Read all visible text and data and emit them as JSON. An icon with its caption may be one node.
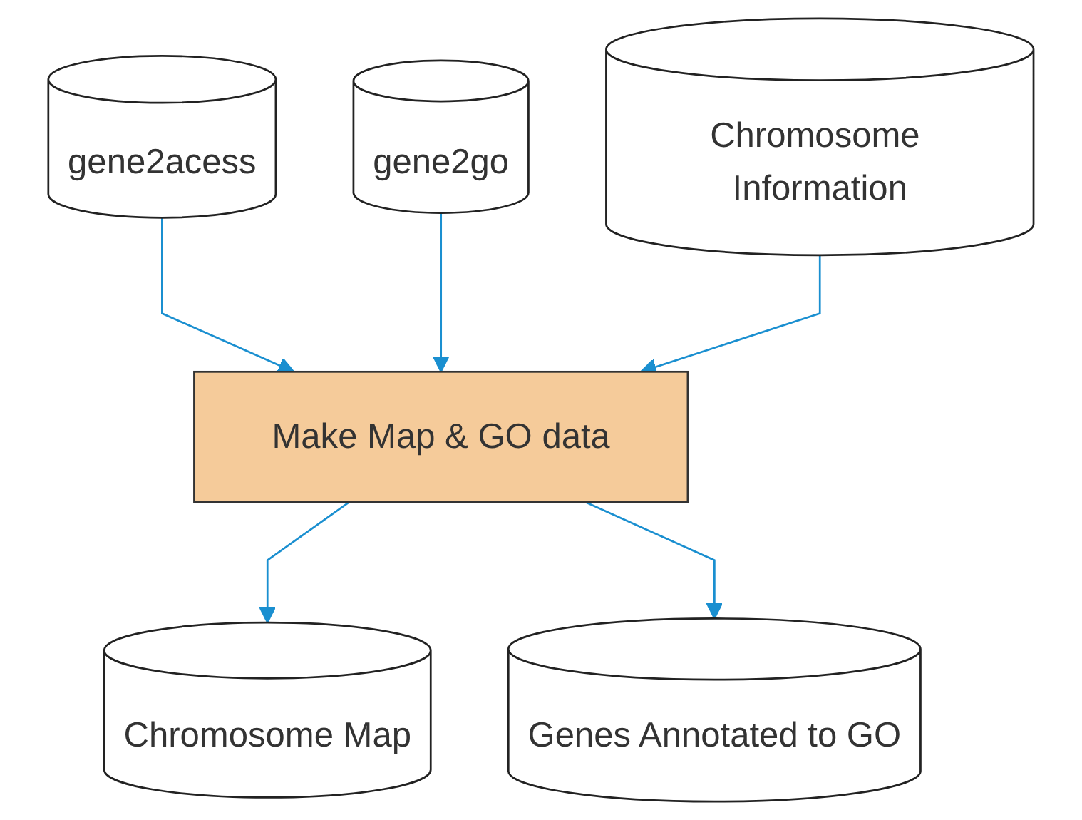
{
  "diagram": {
    "nodes": [
      {
        "text": [
          "gene2acess"
        ]
      },
      {
        "text": [
          "gene2go"
        ]
      },
      {
        "text": [
          "Chromosome Information"
        ]
      },
      {
        "text": [
          "Make Map & GO data"
        ]
      },
      {
        "text": [
          "Chromosome Map"
        ]
      },
      {
        "text": [
          "Genes Annotated to GO"
        ]
      }
    ],
    "edges": [
      {
        "from": 0,
        "to": 3,
        "arrow": "to"
      },
      {
        "from": 1,
        "to": 3,
        "arrow": "to"
      },
      {
        "from": 2,
        "to": 3,
        "arrow": "to"
      },
      {
        "from": 3,
        "to": 4,
        "arrow": "to"
      },
      {
        "from": 3,
        "to": 5,
        "arrow": "to"
      }
    ]
  }
}
